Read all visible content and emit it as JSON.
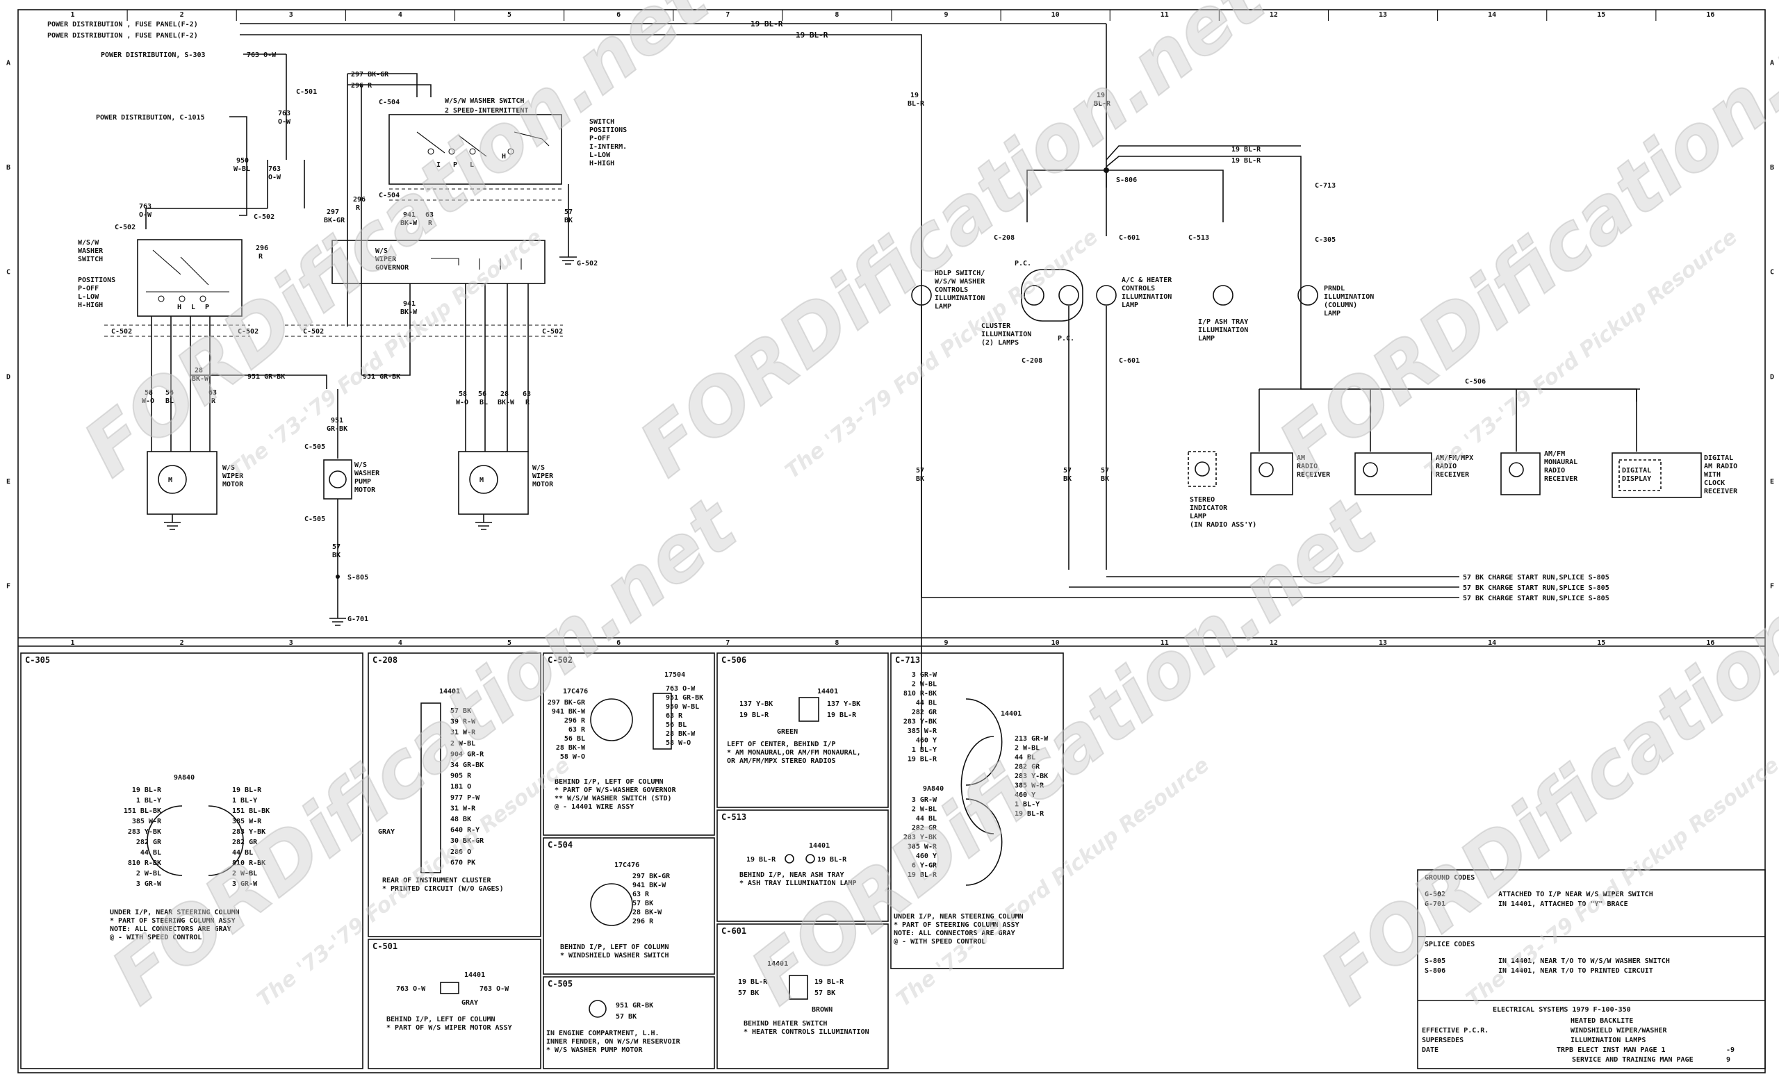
{
  "grid": {
    "columns": [
      "1",
      "2",
      "3",
      "4",
      "5",
      "6",
      "7",
      "8",
      "9",
      "10",
      "11",
      "12",
      "13",
      "14",
      "15",
      "16"
    ],
    "rows": [
      "A",
      "B",
      "C",
      "D",
      "E",
      "F"
    ]
  },
  "top": {
    "feeds": [
      {
        "label": "POWER DISTRIBUTION , FUSE PANEL(F-2)",
        "wire": "19 BL-R"
      },
      {
        "label": "POWER DISTRIBUTION , FUSE PANEL(F-2)",
        "wire": "19 BL-R"
      },
      {
        "label": "POWER DISTRIBUTION, S-303",
        "wire": "763 O-W"
      },
      {
        "label": "POWER DISTRIBUTION, C-1015"
      }
    ],
    "connectors": [
      "C-501",
      "C-502",
      "C-502",
      "C-504",
      "C-504",
      "C-502",
      "C-502",
      "C-502",
      "C-502",
      "C-505",
      "C-505",
      "S-805",
      "G-701",
      "G-502"
    ],
    "wires": {
      "w1": "763",
      "w1c": "O-W",
      "w2": "950",
      "w2c": "W-BL",
      "w3": "763",
      "w3c": "O-W",
      "w4": "297 BK-GR",
      "w5": "296 R",
      "w6": "297",
      "w6c": "BK-GR",
      "w7": "296",
      "w7c": "R",
      "w8": "58",
      "w8c": "W-O",
      "w9": "56",
      "w9c": "BL",
      "w10": "28",
      "w10c": "BK-W",
      "w11": "63",
      "w11c": "R",
      "w12": "951 GR-BK",
      "w13": "951",
      "w13c": "GR-BK",
      "w14": "57",
      "w14c": "BK",
      "w15": "941",
      "w15c": "BK-W",
      "w16": "63",
      "w16c": "R",
      "w17": "57",
      "w17c": "BK"
    },
    "components": {
      "left_switch": "W/S/W\nWASHER\nSWITCH",
      "left_positions": "POSITIONS\nP-OFF\nL-LOW\nH-HIGH",
      "top_switch": "W/S/W WASHER SWITCH",
      "top_switch_sub": "2 SPEED-INTERMITTENT",
      "switch_positions": "SWITCH\nPOSITIONS\nP-OFF\nI-INTERM.\nL-LOW\nH-HIGH",
      "governor": "W/S\nWIPER\nGOVERNOR",
      "motor_left": "W/S\nWIPER\nMOTOR",
      "pump": "W/S\nWASHER\nPUMP\nMOTOR",
      "motor_right": "W/S\nWIPER\nMOTOR"
    },
    "right": {
      "splice": "S-806",
      "hdlp": "HDLP SWITCH/\nW/S/W WASHER\nCONTROLS\nILLUMINATION\nLAMP",
      "cluster": "CLUSTER\nILLUMINATION\n(2) LAMPS",
      "ac": "A/C & HEATER\nCONTROLS\nILLUMINATION\nLAMP",
      "ashtray": "I/P ASH TRAY\nILLUMINATION\nLAMP",
      "prndl": "PRNDL\nILLUMINATION\n(COLUMN)\nLAMP",
      "stereo": "STEREO\nINDICATOR\nLAMP\n(IN RADIO ASS'Y)",
      "am": "AM\nRADIO\nRECEIVER",
      "amfm": "AM/FM/MPX\nRADIO\nRECEIVER",
      "amfm_mono": "AM/FM\nMONAURAL\nRADIO\nRECEIVER",
      "digital": "DIGITAL\nAM RADIO\nWITH\nCLOCK\nRECEIVER",
      "digital_display": "DIGITAL\nDISPLAY",
      "connectors": [
        "C-208",
        "C-601",
        "C-513",
        "C-713",
        "C-305",
        "C-506",
        "C-208",
        "C-601"
      ],
      "pc": "P.C.",
      "returns": [
        "57 BK  CHARGE START RUN,SPLICE S-805",
        "57 BK  CHARGE START RUN,SPLICE S-805",
        "57 BK  CHARGE START RUN,SPLICE S-805"
      ]
    }
  },
  "bottom": {
    "c305": {
      "title": "C-305",
      "part": "9A840",
      "left": [
        "19 BL-R",
        "1 BL-Y",
        "151 BL-BK",
        "385 W-R",
        "283 Y-BK",
        "282 GR",
        "44 BL",
        "810 R-BK",
        "2 W-BL",
        "3 GR-W"
      ],
      "right": [
        "19 BL-R",
        "1 BL-Y",
        "151 BL-BK",
        "385 W-R",
        "283 Y-BK",
        "282 GR",
        "44 BL",
        "810 R-BK",
        "2 W-BL",
        "3 GR-W"
      ],
      "note": "UNDER I/P, NEAR STEERING COLUMN\n* PART OF STEERING COLUMN ASSY\nNOTE: ALL CONNECTORS ARE GRAY\n@ - WITH SPEED CONTROL"
    },
    "c208": {
      "title": "C-208",
      "part": "14401",
      "pins": [
        "57 BK",
        "39 R-W",
        "31 W-R",
        "2 W-BL",
        "904 GR-R",
        "34 GR-BK",
        "905 R",
        "181 O",
        "977 P-W",
        "31 W-R",
        "48 BK",
        "640 R-Y",
        "30 BK-GR",
        "286 O",
        "670 PK"
      ],
      "gray": "GRAY",
      "note": "REAR OF INSTRUMENT CLUSTER\n* PRINTED CIRCUIT (W/O GAGES)"
    },
    "c501": {
      "title": "C-501",
      "part": "14401",
      "left": "763 O-W",
      "right": "763 O-W",
      "gray": "GRAY",
      "note": "BEHIND I/P, LEFT OF COLUMN\n* PART OF W/S WIPER MOTOR ASSY"
    },
    "c502": {
      "title": "C-502",
      "parts": [
        "17C476",
        "17504"
      ],
      "left": [
        "297 BK-GR",
        "941 BK-W",
        "296 R",
        "63 R",
        "56 BL",
        "28 BK-W",
        "58 W-O"
      ],
      "right": [
        "763 O-W",
        "951 GR-BK",
        "950 W-BL",
        "63 R",
        "56 BL",
        "28 BK-W",
        "58 W-O"
      ],
      "note": "BEHIND I/P, LEFT OF COLUMN\n* PART OF W/S-WASHER GOVERNOR\n** W/S/W WASHER SWITCH (STD)\n@ - 14401 WIRE ASSY"
    },
    "c504": {
      "title": "C-504",
      "part": "17C476",
      "pins": [
        "297 BK-GR",
        "941 BK-W",
        "63 R",
        "57 BK",
        "28 BK-W",
        "296 R"
      ],
      "note": "BEHIND I/P, LEFT OF COLUMN\n* WINDSHIELD WASHER SWITCH"
    },
    "c505": {
      "title": "C-505",
      "pins": [
        "951 GR-BK",
        "57 BK"
      ],
      "note": "IN ENGINE COMPARTMENT, L.H.\nINNER FENDER, ON W/S/W RESERVOIR\n* W/S WASHER PUMP MOTOR"
    },
    "c506": {
      "title": "C-506",
      "part": "14401",
      "left": [
        "137 Y-BK",
        "19 BL-R"
      ],
      "right": [
        "137 Y-BK",
        "19 BL-R"
      ],
      "green": "GREEN",
      "note": "LEFT OF CENTER, BEHIND I/P\n* AM MONAURAL,OR AM/FM MONAURAL,\nOR AM/FM/MPX STEREO RADIOS"
    },
    "c513": {
      "title": "C-513",
      "part": "14401",
      "left": "19 BL-R",
      "right": "19 BL-R",
      "note": "BEHIND I/P, NEAR ASH TRAY\n* ASH TRAY ILLUMINATION LAMP"
    },
    "c601": {
      "title": "C-601",
      "part": "14401",
      "left": [
        "19 BL-R",
        "57 BK"
      ],
      "right": [
        "19 BL-R",
        "57 BK"
      ],
      "brown": "BROWN",
      "note": "BEHIND HEATER SWITCH\n* HEATER CONTROLS ILLUMINATION"
    },
    "c713": {
      "title": "C-713",
      "parts": [
        "9A840",
        "14401"
      ],
      "left_top": [
        "3 GR-W",
        "2 W-BL",
        "810 R-BK",
        "44 BL",
        "282 GR",
        "283 Y-BK",
        "385 W-R",
        "460 Y",
        "1 BL-Y",
        "19 BL-R"
      ],
      "left_bottom": [
        "3 GR-W",
        "2 W-BL",
        "44 BL",
        "282 GR",
        "283 Y-BK",
        "385 W-R",
        "460 Y",
        "6 Y-GR",
        "19 BL-R"
      ],
      "right": [
        "213 GR-W",
        "2 W-BL",
        "44 BL",
        "282 GR",
        "283 Y-BK",
        "385 W-R",
        "460 Y",
        "1 BL-Y",
        "19 BL-R"
      ],
      "note": "UNDER I/P, NEAR STEERING COLUMN\n* PART OF STEERING COLUMN ASSY\nNOTE: ALL CONNECTORS ARE GRAY\n@ - WITH SPEED CONTROL"
    },
    "ground_codes": {
      "title": "GROUND CODES",
      "rows": [
        {
          "code": "G-502",
          "desc": "ATTACHED TO I/P NEAR W/S WIPER SWITCH"
        },
        {
          "code": "G-701",
          "desc": "IN 14401, ATTACHED TO \"Y\" BRACE"
        }
      ]
    },
    "splice_codes": {
      "title": "SPLICE CODES",
      "rows": [
        {
          "code": "S-805",
          "desc": "IN 14401, NEAR T/O TO W/S/W WASHER SWITCH"
        },
        {
          "code": "S-806",
          "desc": "IN 14401, NEAR T/O TO PRINTED CIRCUIT"
        }
      ]
    },
    "title_block": {
      "heading": "ELECTRICAL SYSTEMS 1979 F-100-350",
      "sub1": "HEATED BACKLITE",
      "sub2": "WINDSHIELD WIPER/WASHER",
      "sub3": "ILLUMINATION LAMPS",
      "effective": "EFFECTIVE P.C.R.",
      "supersedes": "SUPERSEDES",
      "date": "DATE",
      "ref1": "TRPB ELECT INST MAN PAGE 1",
      "ref1n": "-9",
      "ref2": "SERVICE AND TRAINING MAN PAGE",
      "ref2n": "9"
    }
  },
  "watermark": {
    "brand": "FORDification.net",
    "tagline": "The '73-'79 Ford Pickup Resource"
  }
}
